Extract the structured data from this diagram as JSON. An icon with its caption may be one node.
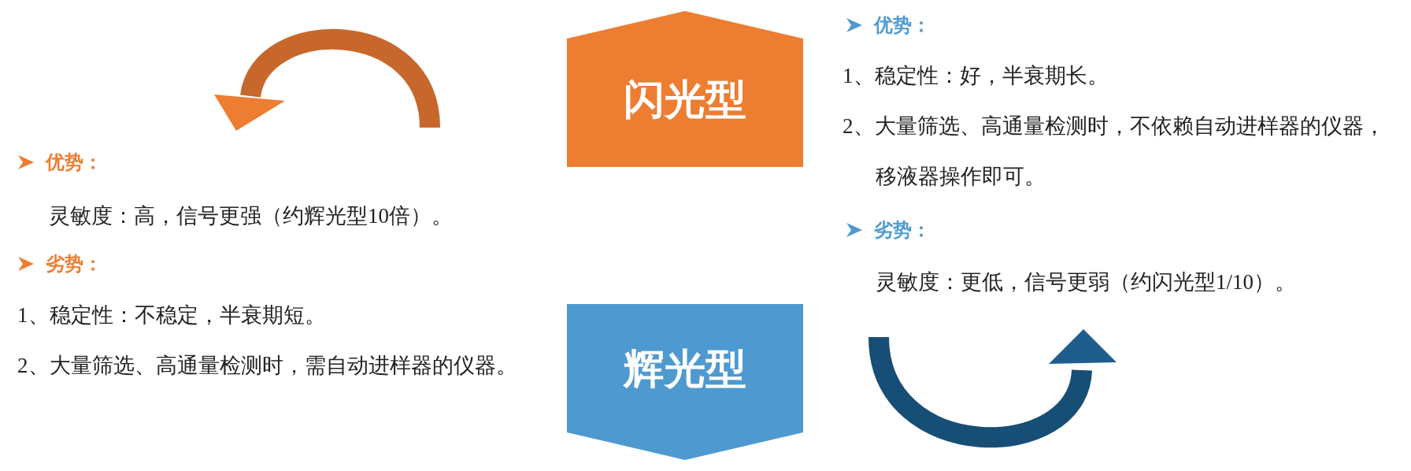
{
  "diagram": {
    "nodes": [
      {
        "text": [
          "闪光型"
        ]
      },
      {
        "text": [
          "辉光型"
        ]
      }
    ],
    "edges": [],
    "labels": [
      "优势：",
      "灵敏度：高，信号更强（约辉光型10倍）。",
      "劣势：",
      "1、稳定性：不稳定，半衰期短。",
      "2、大量筛选、高通量检测时，需自动进样器的仪器。",
      "优势：",
      "1、稳定性：好，半衰期长。",
      "2、大量筛选、高通量检测时，不依赖自动进样器的仪器，移液器操作即可。",
      "劣势：",
      "灵敏度：更低，信号更弱（约闪光型1/10）。"
    ]
  }
}
